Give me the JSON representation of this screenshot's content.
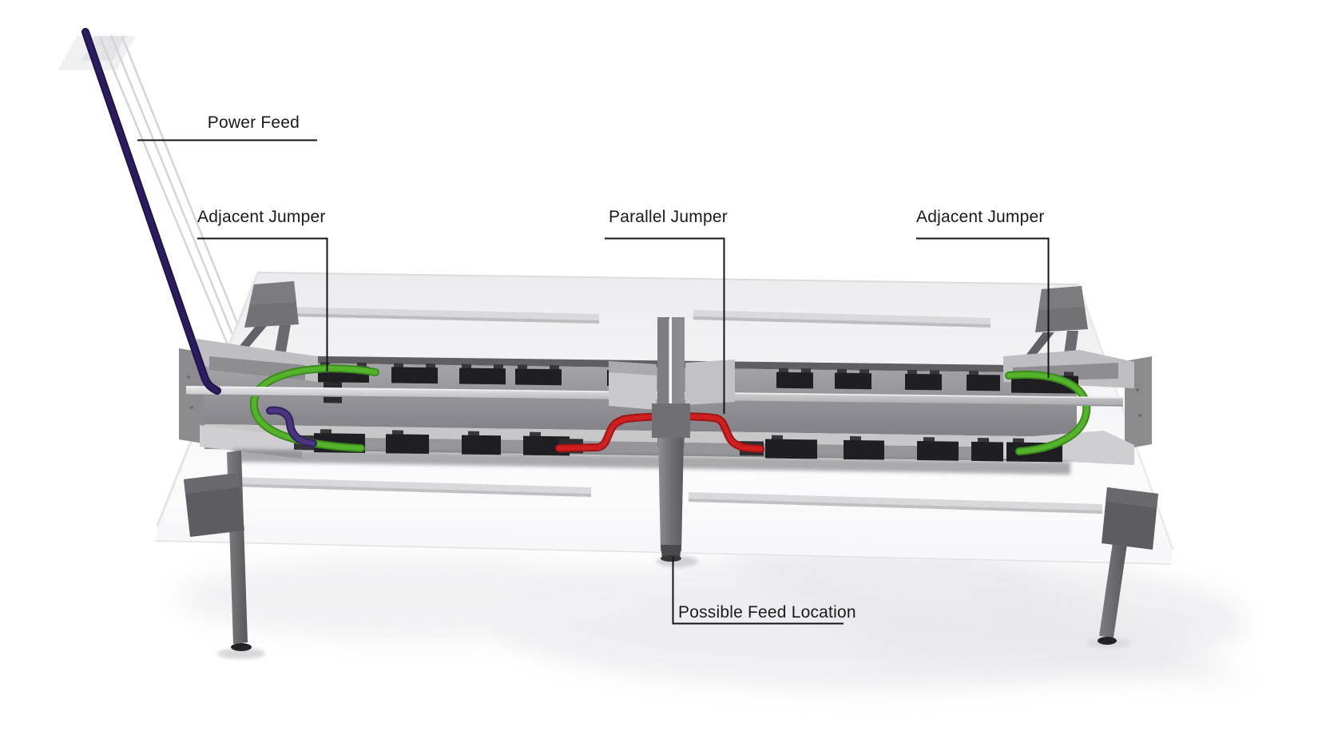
{
  "diagram": {
    "labels": {
      "power_feed": "Power Feed",
      "adjacent_jumper_left": "Adjacent Jumper",
      "parallel_jumper": "Parallel Jumper",
      "adjacent_jumper_right": "Adjacent Jumper",
      "possible_feed_location": "Possible Feed Location"
    },
    "colors": {
      "background": "#ffffff",
      "power-feed-cable": "#2b1c5f",
      "adjacent-jumper-cable": "#55b32b",
      "parallel-jumper-cable": "#cf1f1f",
      "desk-surface": "#f2f2f4",
      "frame-gray": "#6e6e73",
      "trough-gray": "#9a9a9e",
      "module-black": "#1f1f23",
      "label-text": "#1a1a1a",
      "leader-line": "#141414"
    }
  }
}
